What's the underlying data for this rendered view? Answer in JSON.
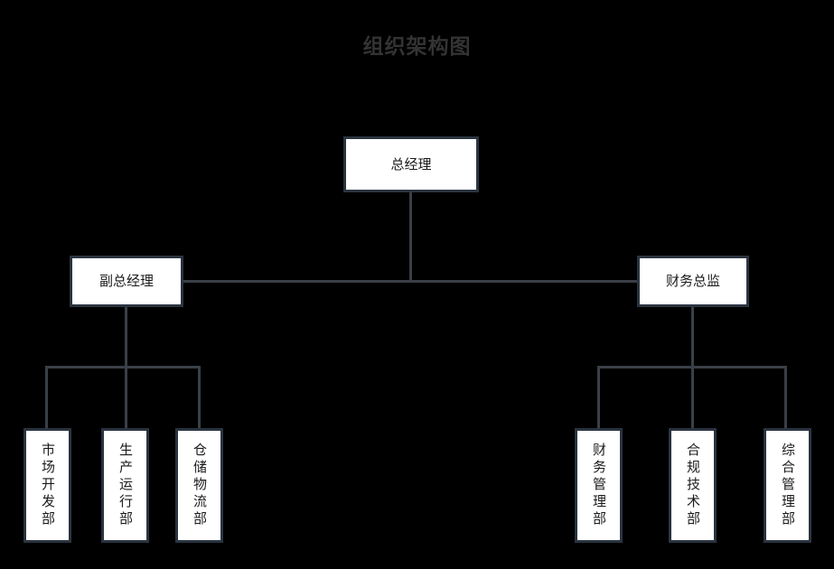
{
  "title": "组织架构图",
  "colors": {
    "background": "#000000",
    "node_fill": "#ffffff",
    "node_border": "#2b3440",
    "connector": "#3a3f47",
    "title_text": "#333333",
    "node_text": "#1b1b1b"
  },
  "chart_data": {
    "type": "diagram",
    "title": "组织架构图",
    "layout": "top-down org chart",
    "levels": 3,
    "root": {
      "label": "总经理",
      "level": 1,
      "children": [
        {
          "label": "副总经理",
          "level": 2,
          "children": [
            {
              "label": "市场开发部",
              "level": 3
            },
            {
              "label": "生产运行部",
              "level": 3
            },
            {
              "label": "仓储物流部",
              "level": 3
            }
          ]
        },
        {
          "label": "财务总监",
          "level": 2,
          "children": [
            {
              "label": "财务管理部",
              "level": 3
            },
            {
              "label": "合规技术部",
              "level": 3
            },
            {
              "label": "综合管理部",
              "level": 3
            }
          ]
        }
      ]
    }
  },
  "nodes": {
    "root": {
      "label": "总经理"
    },
    "level2": [
      {
        "label": "副总经理"
      },
      {
        "label": "财务总监"
      }
    ],
    "left_children": [
      {
        "label": "市场开发部"
      },
      {
        "label": "生产运行部"
      },
      {
        "label": "仓储物流部"
      }
    ],
    "right_children": [
      {
        "label": "财务管理部"
      },
      {
        "label": "合规技术部"
      },
      {
        "label": "综合管理部"
      }
    ]
  }
}
